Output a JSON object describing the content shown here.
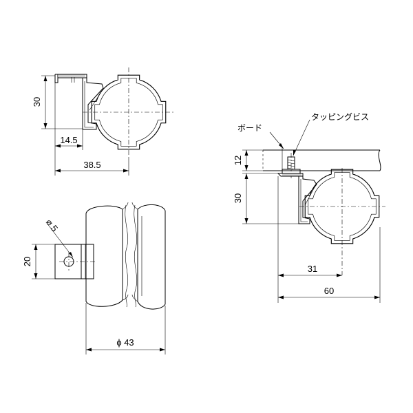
{
  "view_top_left": {
    "dim_height": "30",
    "dim_offset": "14.5",
    "dim_width": "38.5"
  },
  "view_bottom_left": {
    "dim_hole": "⌀ 5",
    "dim_height": "20",
    "dim_diameter": "ϕ 43"
  },
  "view_right": {
    "label_board": "ボード",
    "label_screw": "タッピングビス",
    "dim_board": "12",
    "dim_height": "30",
    "dim_center": "31",
    "dim_total": "60"
  }
}
